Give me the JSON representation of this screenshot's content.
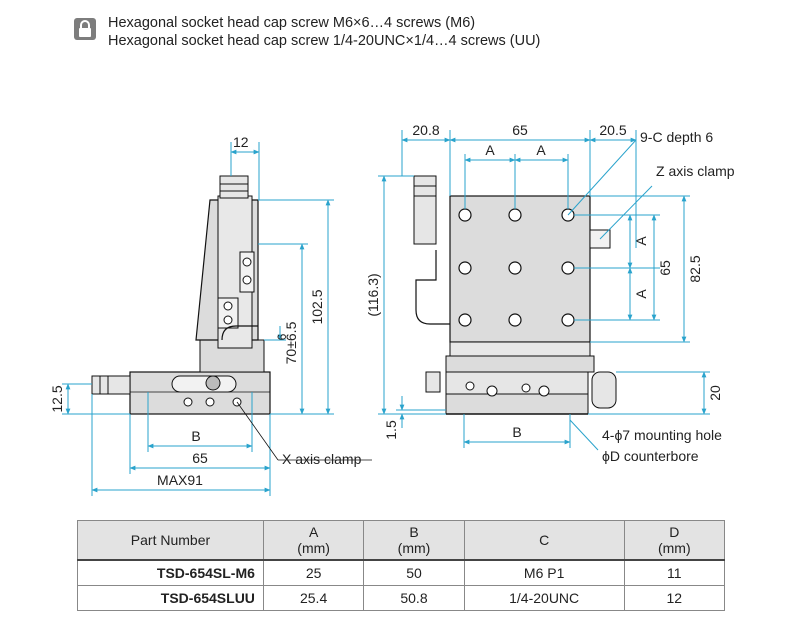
{
  "header": {
    "icon": "lock-icon",
    "lines": [
      "Hexagonal socket head cap screw M6×6…4 screws (M6)",
      "Hexagonal socket head cap screw 1/4-20UNC×1/4…4 screws (UU)"
    ]
  },
  "drawing": {
    "side_view": {
      "dims": {
        "top_width": "12",
        "height_total": "102.5",
        "travel": "70±6.5",
        "small": "6",
        "left_height": "12.5",
        "b": "B",
        "width": "65",
        "max": "MAX91"
      },
      "callout_x_clamp": "X axis clamp"
    },
    "front_view": {
      "dims": {
        "left": "20.8",
        "top": "65",
        "right": "20.5",
        "a_left": "A",
        "a_right": "A",
        "a_upper": "A",
        "a_lower": "A",
        "vert_65": "65",
        "vert_82": "82.5",
        "total": "(116.3)",
        "bottom_20": "20",
        "base_1_5": "1.5",
        "b": "B"
      },
      "callouts": {
        "depth": "9-C depth 6",
        "z_clamp": "Z axis clamp",
        "mounting": "4-ϕ7 mounting hole",
        "counterbore": "ϕD counterbore"
      }
    },
    "colors": {
      "dimension": "#2aa3cc",
      "outline": "#111111",
      "body": "#dcdcdc",
      "table_header": "#e3e3e3"
    }
  },
  "table": {
    "headers": [
      {
        "line1": "Part Number",
        "line2": ""
      },
      {
        "line1": "A",
        "line2": "(mm)"
      },
      {
        "line1": "B",
        "line2": "(mm)"
      },
      {
        "line1": "C",
        "line2": ""
      },
      {
        "line1": "D",
        "line2": "(mm)"
      }
    ],
    "rows": [
      [
        "TSD-654SL-M6",
        "25",
        "50",
        "M6 P1",
        "11"
      ],
      [
        "TSD-654SLUU",
        "25.4",
        "50.8",
        "1/4-20UNC",
        "12"
      ]
    ]
  }
}
